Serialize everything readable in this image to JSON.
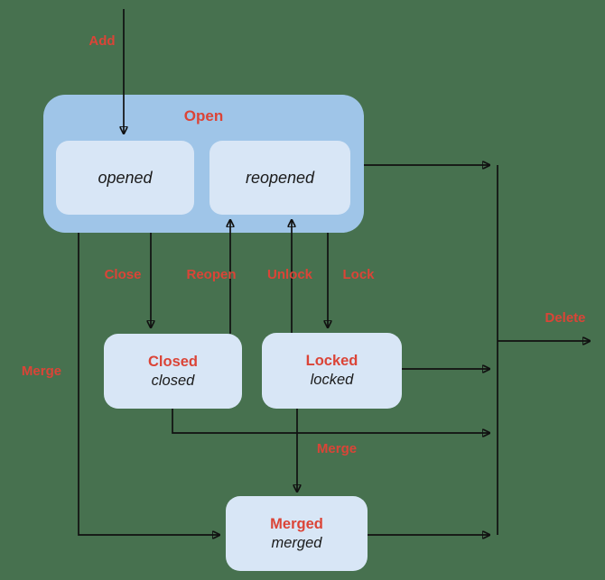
{
  "diagram": {
    "type": "state-diagram",
    "background_color": "#47714F",
    "colors": {
      "group_fill": "#9FC5E8",
      "state_fill": "#D8E6F6",
      "label_red": "#DB4437",
      "line": "#111111"
    },
    "open_group": {
      "label": "Open",
      "states": {
        "opened": "opened",
        "reopened": "reopened"
      }
    },
    "states": {
      "closed": {
        "title": "Closed",
        "subtitle": "closed"
      },
      "locked": {
        "title": "Locked",
        "subtitle": "locked"
      },
      "merged": {
        "title": "Merged",
        "subtitle": "merged"
      }
    },
    "labels": {
      "add": "Add",
      "close": "Close",
      "reopen": "Reopen",
      "unlock": "Unlock",
      "lock": "Lock",
      "merge_left": "Merge",
      "merge_mid": "Merge",
      "delete": "Delete"
    }
  }
}
